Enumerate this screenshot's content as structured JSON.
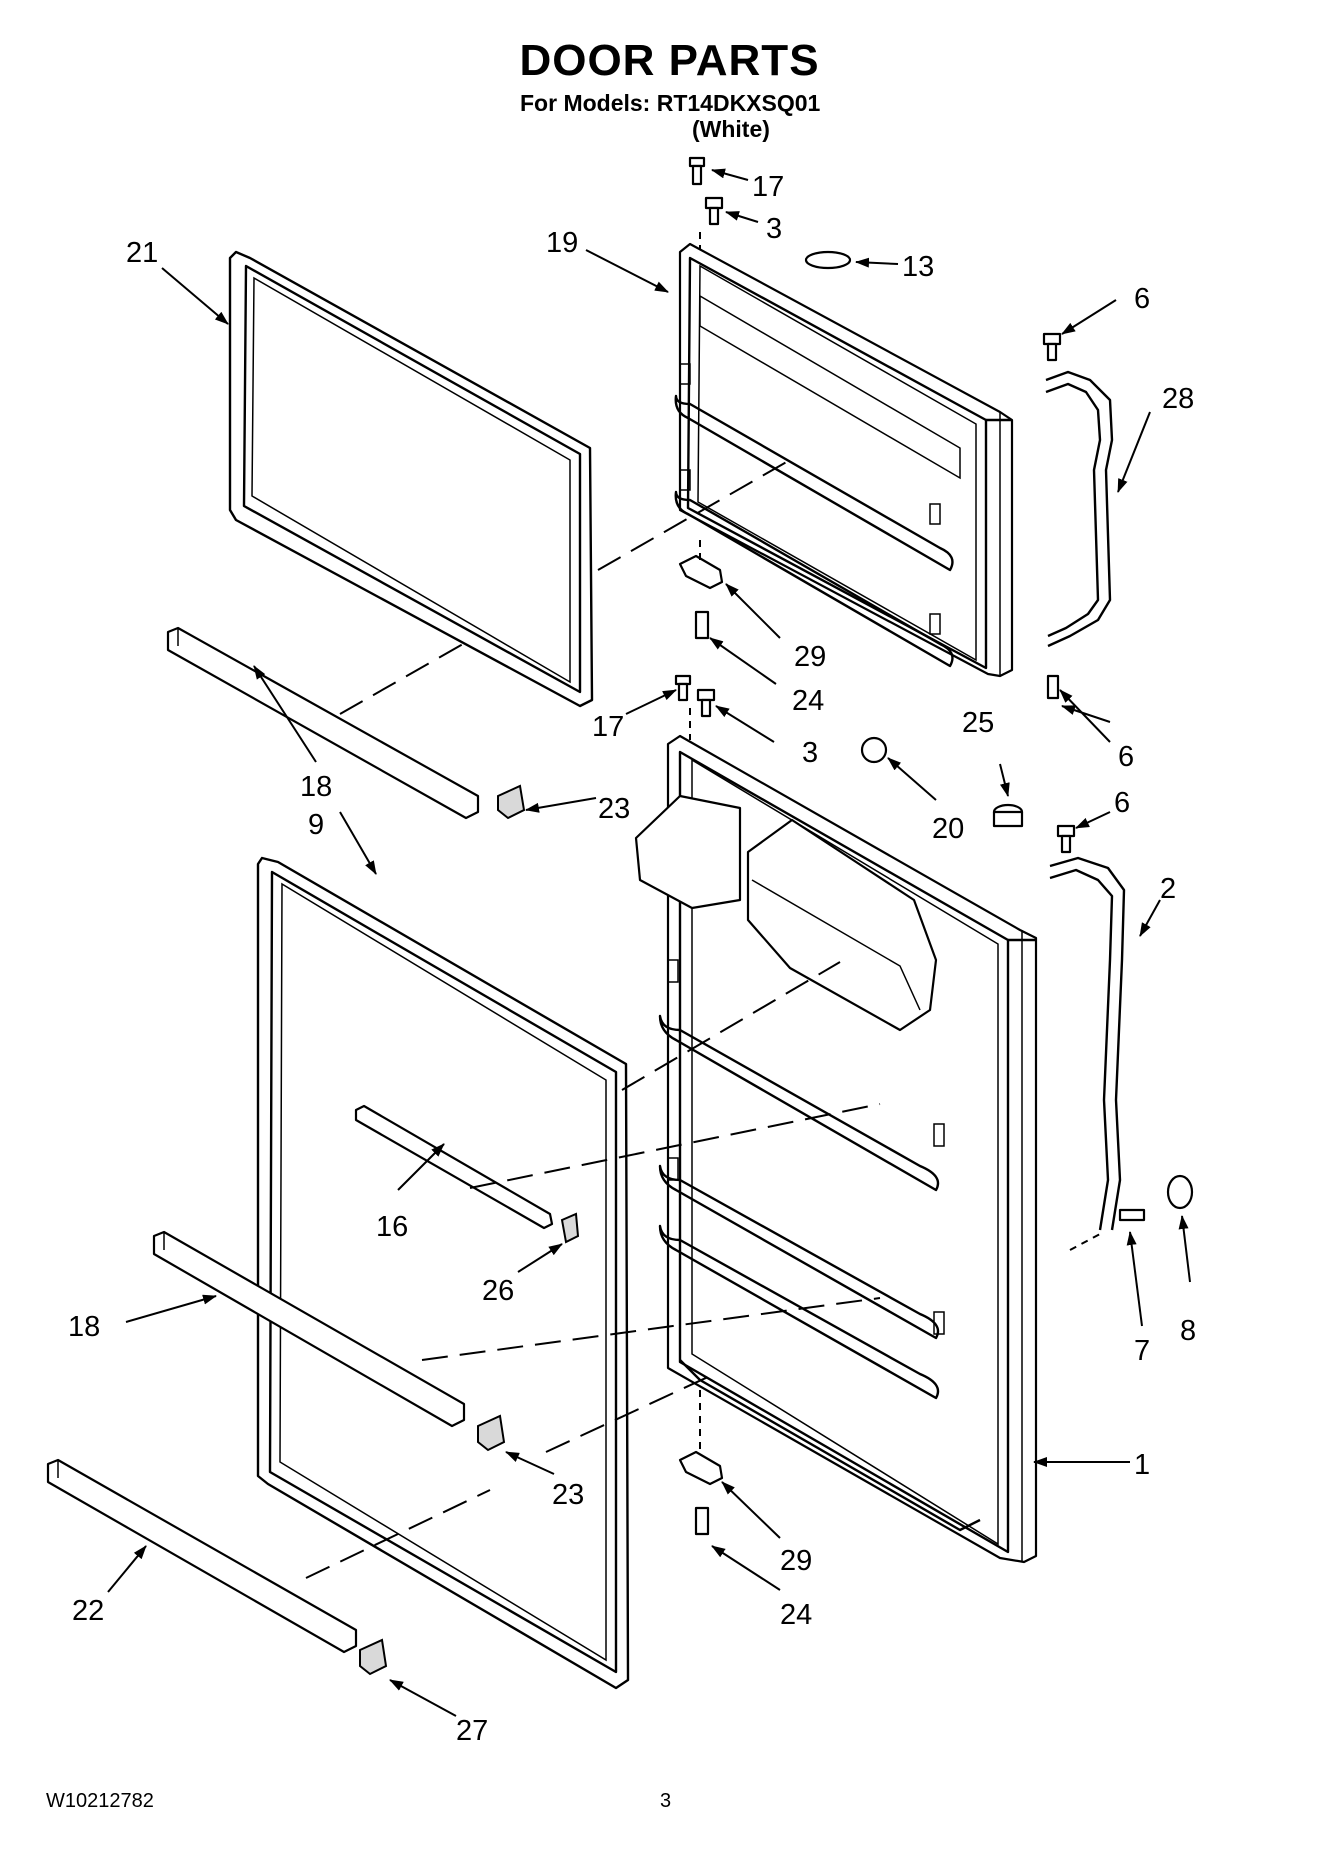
{
  "header": {
    "title": "DOOR PARTS",
    "models": "For Models: RT14DKXSQ01",
    "color": "(White)"
  },
  "footer": {
    "doc_number": "W10212782",
    "page_number": "3"
  },
  "callouts": [
    "21",
    "19",
    "17",
    "3",
    "13",
    "6",
    "28",
    "29",
    "24",
    "17",
    "3",
    "18",
    "23",
    "9",
    "20",
    "25",
    "6",
    "2",
    "16",
    "26",
    "18",
    "23",
    "29",
    "24",
    "22",
    "27",
    "1",
    "7",
    "8",
    "6"
  ]
}
